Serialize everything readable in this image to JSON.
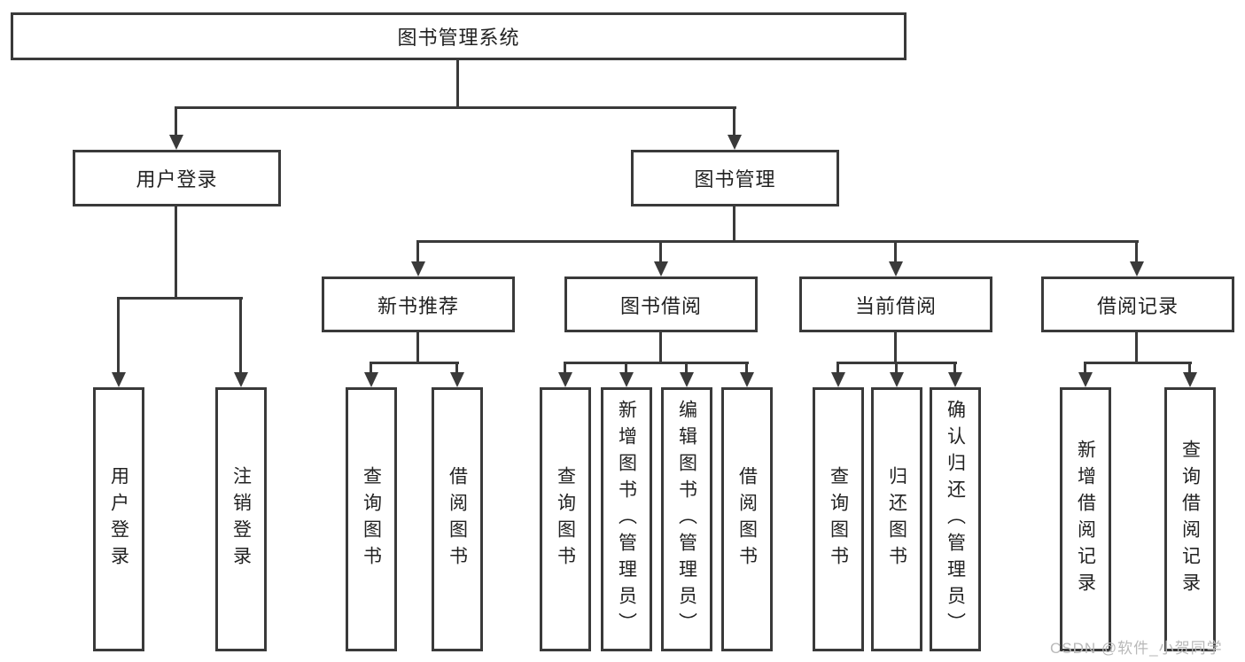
{
  "diagram": {
    "title": "图书管理系统",
    "watermark": "CSDN @软件_小贺同学",
    "colors": {
      "line": "#3a3a3a",
      "text": "#222222",
      "background": "#ffffff",
      "watermark": "#b9b9b9"
    },
    "nodes": {
      "root": "图书管理系统",
      "user_login": "用户登录",
      "book_mgmt": "图书管理",
      "new_book_rec": "新书推荐",
      "book_borrow": "图书借阅",
      "current_borrow": "当前借阅",
      "borrow_record": "借阅记录",
      "leaf_user_login": "用户登录",
      "leaf_logout": "注销登录",
      "leaf_query_book_rec": "查询图书",
      "leaf_borrow_book_rec": "借阅图书",
      "leaf_query_book_borrow": "查询图书",
      "leaf_add_book_admin": "新增图书（管理员）",
      "leaf_edit_book_admin": "编辑图书（管理员）",
      "leaf_borrow_book_borrow": "借阅图书",
      "leaf_query_book_current": "查询图书",
      "leaf_return_book": "归还图书",
      "leaf_confirm_return_admin": "确认归还（管理员）",
      "leaf_add_borrow_record": "新增借阅记录",
      "leaf_query_borrow_record": "查询借阅记录"
    }
  }
}
